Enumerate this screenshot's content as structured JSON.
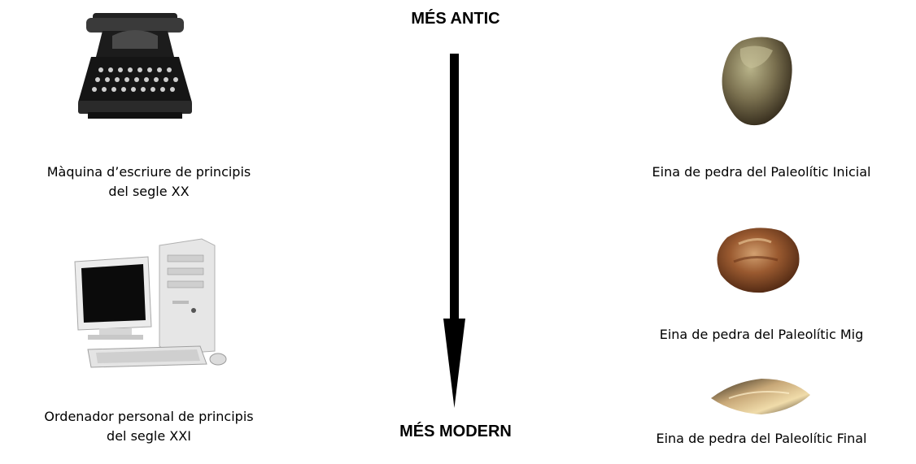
{
  "diagram": {
    "top_label": "MÉS ANTIC",
    "bottom_label": "MÉS MODERN",
    "left_items": [
      {
        "caption_line1": "Màquina d’escriure de principis",
        "caption_line2": "del segle XX",
        "icon": "typewriter-image"
      },
      {
        "caption_line1": "Ordenador personal de principis",
        "caption_line2": "del segle XXI",
        "icon": "computer-image"
      }
    ],
    "right_items": [
      {
        "caption": "Eina de pedra del Paleolític Inicial",
        "icon": "stone-tool-image"
      },
      {
        "caption": "Eina de pedra del Paleolític Mig",
        "icon": "flint-tool-image"
      },
      {
        "caption": "Eina de pedra del Paleolític Final",
        "icon": "blade-tool-image"
      }
    ]
  }
}
